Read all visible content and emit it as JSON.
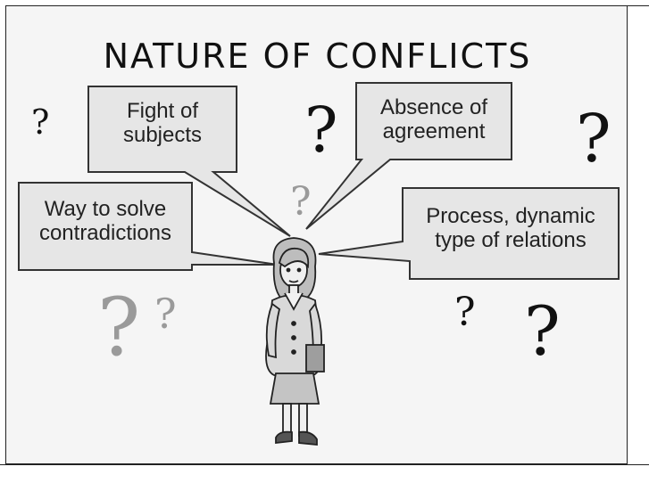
{
  "title": "NATURE OF CONFLICTS",
  "callouts": [
    {
      "id": "fight",
      "lines": [
        "Fight of",
        "subjects"
      ]
    },
    {
      "id": "absence",
      "lines": [
        "Absence of",
        "agreement"
      ]
    },
    {
      "id": "way",
      "lines": [
        "Way to solve",
        "contradictions"
      ]
    },
    {
      "id": "process",
      "lines": [
        "Process, dynamic",
        "type of relations"
      ]
    }
  ],
  "question_mark": "?",
  "colors": {
    "box_fill": "#e6e6e6",
    "box_stroke": "#333333",
    "figure_fill": "#d9d9d9"
  }
}
